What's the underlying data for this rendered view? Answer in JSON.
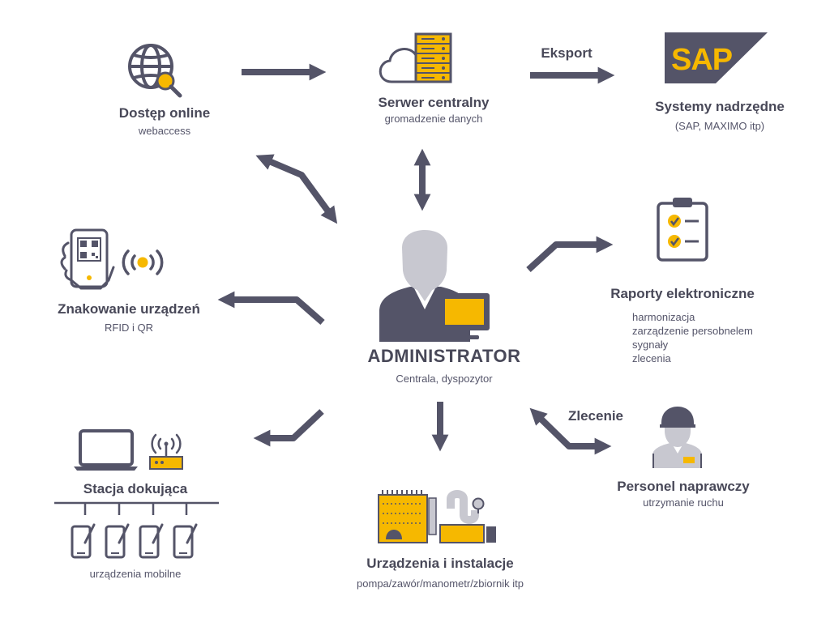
{
  "colors": {
    "dark": "#545468",
    "yellow": "#f6b800",
    "gray": "#c8c8d0",
    "white": "#ffffff"
  },
  "nodes": {
    "online": {
      "title": "Dostęp online",
      "sub": "webaccess",
      "icon": "globe-search-icon"
    },
    "server": {
      "title": "Serwer centralny",
      "sub": "gromadzenie danych",
      "icon": "cloud-server-icon"
    },
    "systems": {
      "title": "Systemy nadrzędne",
      "sub": "(SAP, MAXIMO itp)",
      "logo_text": "SAP",
      "icon": "sap-logo"
    },
    "marking": {
      "title": "Znakowanie urządzeń",
      "sub": "RFID i QR",
      "icon": "phone-qr-rfid-icon"
    },
    "reports": {
      "title": "Raporty elektroniczne",
      "items": [
        "harmonizacja",
        "zarządzenie persobnelem",
        "sygnały",
        "zlecenia"
      ],
      "icon": "clipboard-checklist-icon"
    },
    "admin": {
      "title": "ADMINISTRATOR",
      "sub": "Centrala, dyspozytor",
      "icon": "admin-computer-icon"
    },
    "dock": {
      "title": "Stacja dokująca",
      "sub": "urządzenia mobilne",
      "icon": "laptop-router-icon"
    },
    "devices": {
      "title": "Urządzenia i instalacje",
      "sub": "pompa/zawór/manometr/zbiornik itp",
      "icon": "pump-tank-icon"
    },
    "staff": {
      "title": "Personel naprawczy",
      "sub": "utrzymanie ruchu",
      "icon": "worker-helmet-icon"
    }
  },
  "edge_labels": {
    "export": "Eksport",
    "order": "Zlecenie"
  }
}
